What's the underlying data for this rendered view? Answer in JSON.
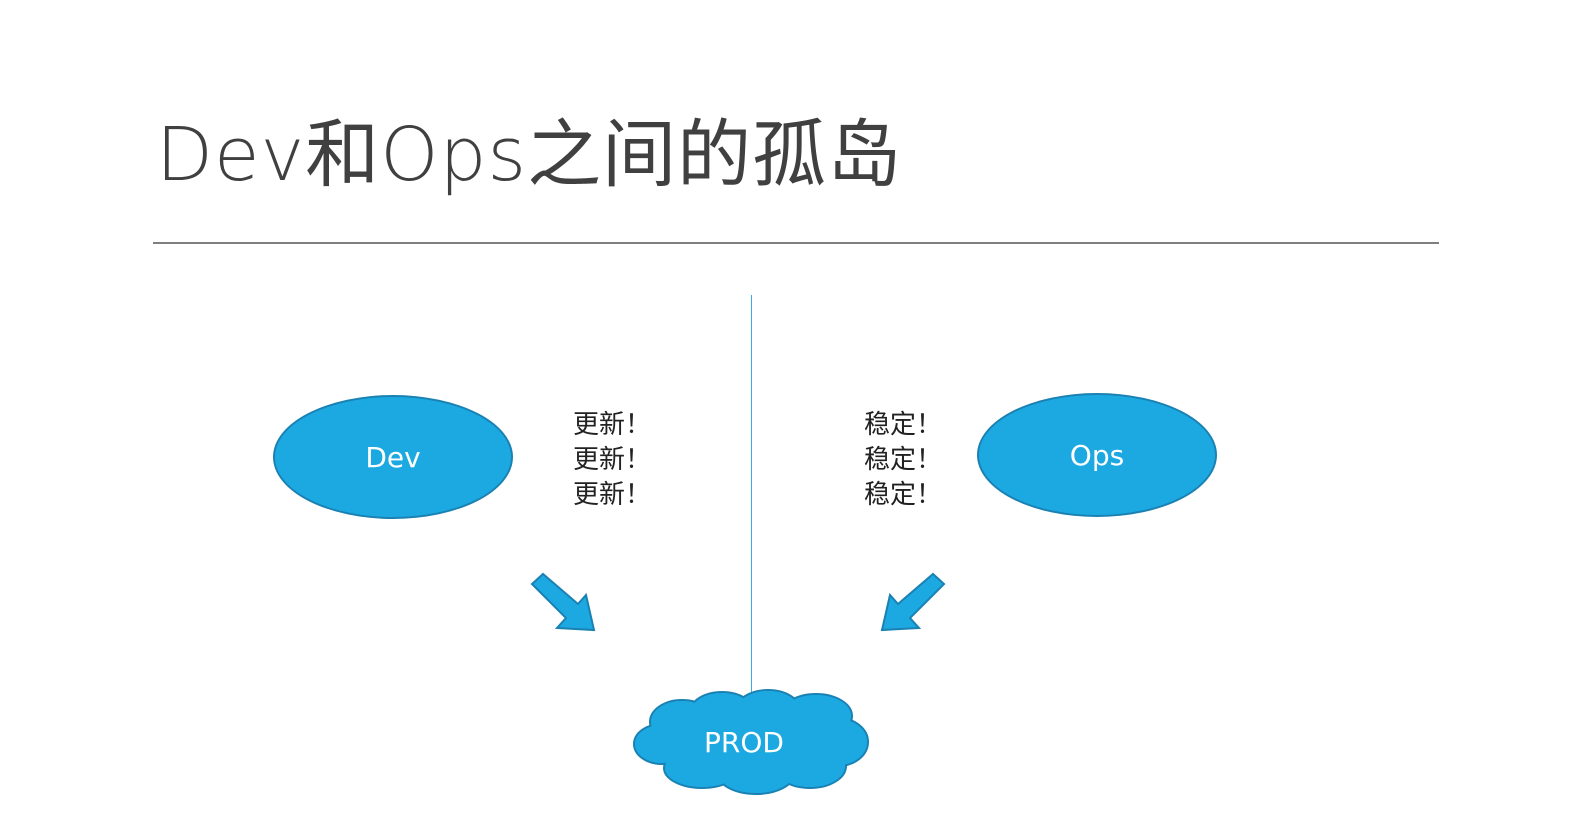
{
  "slide": {
    "title": "Dev和Ops之间的孤岛"
  },
  "diagram": {
    "dev": {
      "label": "Dev",
      "notes": [
        "更新！",
        "更新！",
        "更新！"
      ]
    },
    "ops": {
      "label": "Ops",
      "notes": [
        "稳定！",
        "稳定！",
        "稳定！"
      ]
    },
    "prod": {
      "label": "PROD"
    },
    "colors": {
      "shape_fill": "#1ca9e1",
      "shape_border": "#1a81b3",
      "divider": "#3fa9df",
      "title_text": "#404040",
      "rule": "#7f7f7f"
    },
    "icons": {
      "left_arrow": "down-right-arrow-icon",
      "right_arrow": "down-left-arrow-icon",
      "prod_shape": "cloud-icon"
    }
  }
}
